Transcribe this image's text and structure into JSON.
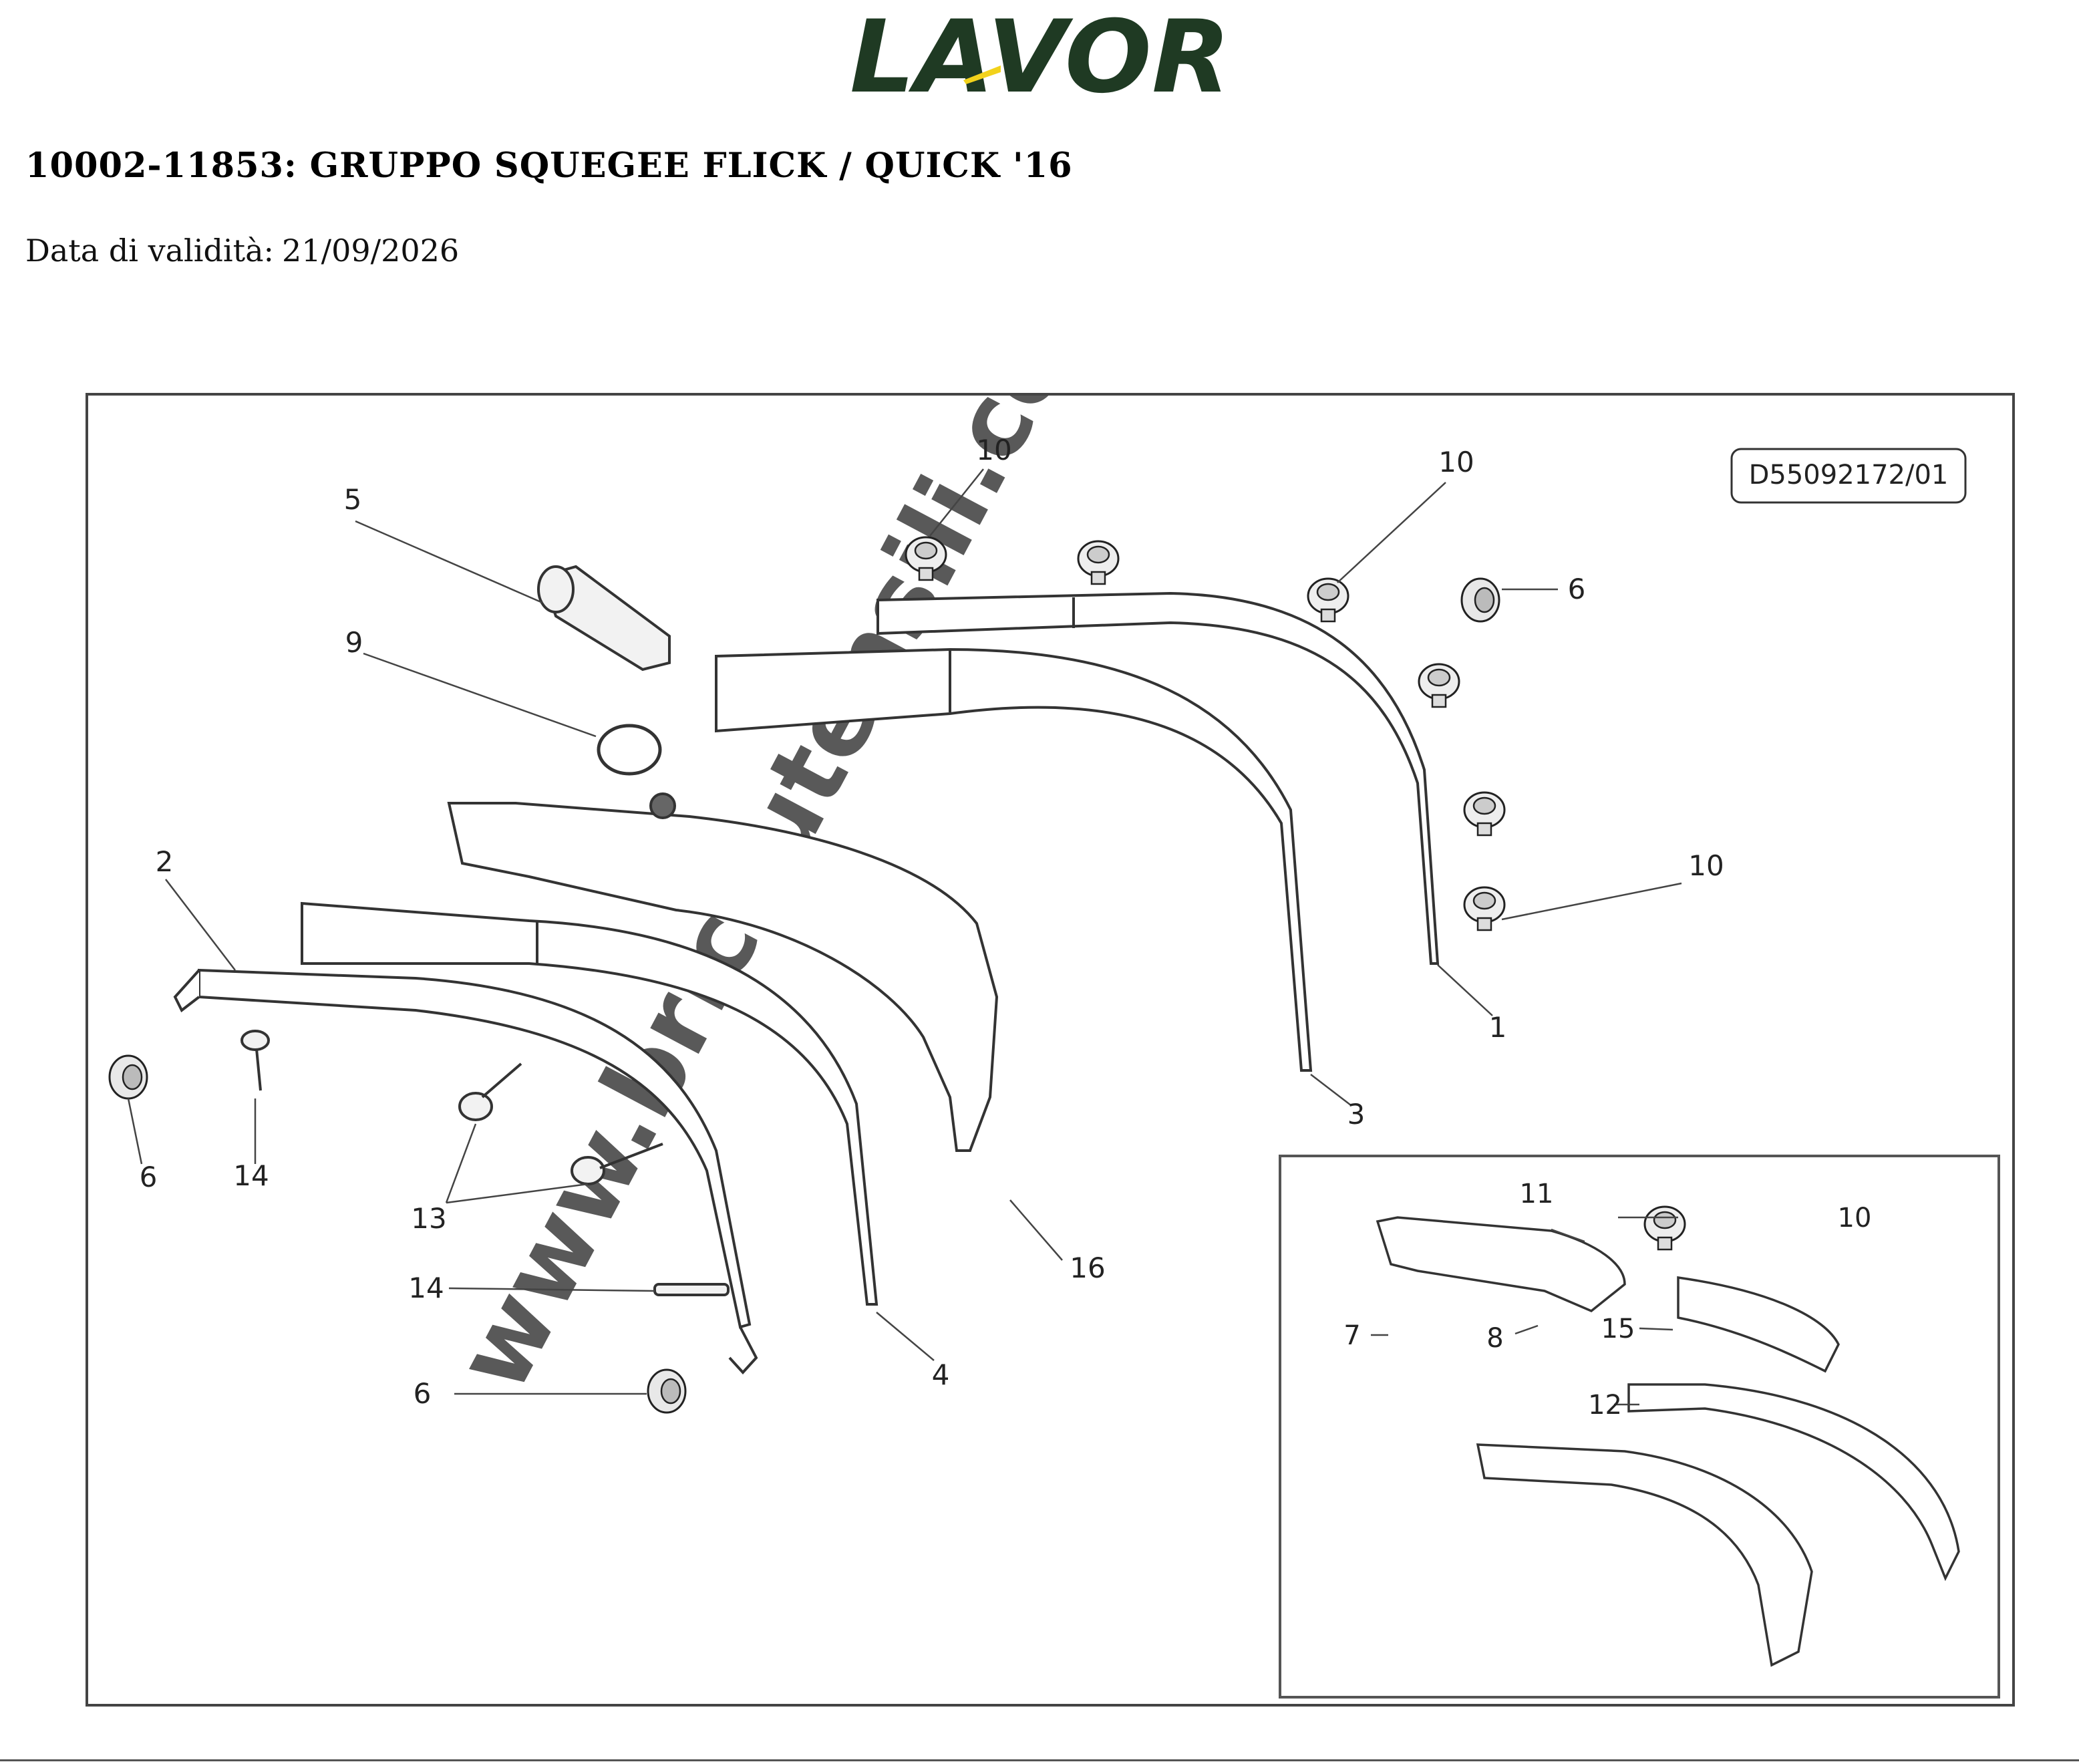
{
  "header": {
    "brand": "LAVOR",
    "brand_color": "#1f3a23",
    "accent_color": "#f2d21b",
    "title": "10002-11853: GRUPPO SQUEGEE FLICK / QUICK '16",
    "validity_label": "Data di validità:",
    "validity_date": "21/09/2026"
  },
  "diagram": {
    "drawing_code": "D55092172/01",
    "watermark": "www.bricoutensili.com",
    "main_callouts": [
      "10",
      "10",
      "6",
      "5",
      "9",
      "2",
      "10",
      "1",
      "3",
      "6",
      "14",
      "13",
      "14",
      "6",
      "4",
      "16"
    ],
    "inset_callouts": [
      "11",
      "10",
      "7",
      "8",
      "15",
      "12"
    ]
  }
}
